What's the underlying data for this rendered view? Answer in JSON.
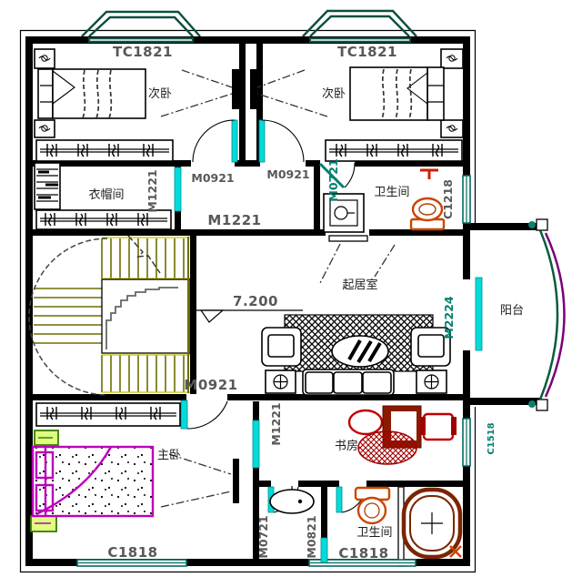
{
  "colors": {
    "wall": "#000000",
    "door-cyan": "#00dcdc",
    "door-teal": "#00806e",
    "window-teal": "#006a5e",
    "stair-olive": "#6e6e00",
    "stair-accent": "#c2c200",
    "bed-magenta": "#bb00bb",
    "furniture-red": "#c00000",
    "furniture-darkred": "#8a1a00",
    "fixture-orange": "#cc4400",
    "tub-brown": "#7a2500",
    "balcony-green": "#0a5c3c",
    "balcony-magenta": "#7a007a",
    "bay-green": "#0d4f40",
    "table-green": "#3a7a00",
    "table-green-fill": "#dfff80",
    "label-gray": "#585858",
    "ink": "#000000"
  },
  "labels": {
    "tc1821_left": "TC1821",
    "tc1821_right": "TC1821",
    "bedroom_left": "次卧",
    "bedroom_right": "次卧",
    "cloakroom": "衣帽间",
    "m1221_cloak": "M1221",
    "m0921_left": "M0921",
    "m0921_right": "M0921",
    "m0721_top": "M0721",
    "bath_top": "卫生间",
    "c1218": "C1218",
    "m1221_hall": "M1221",
    "elevation": "7.200",
    "living": "起居室",
    "m2224": "M2224",
    "balcony": "阳台",
    "m0921_living": "M0921",
    "master": "主卧",
    "m1221_study": "M1221",
    "study": "书房",
    "c1518": "C1518",
    "m0721_bottom": "M0721",
    "m0821_bottom": "M0821",
    "bath_bottom": "卫生间",
    "c1818_bath": "C1818",
    "c1818_master": "C1818"
  }
}
